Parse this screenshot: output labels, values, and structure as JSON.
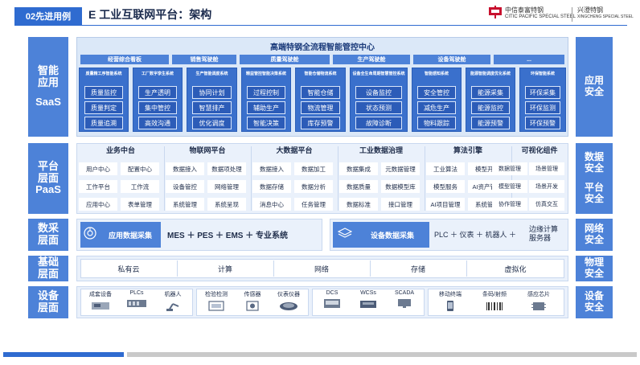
{
  "header": {
    "badge": "02先进用例",
    "title": "E 工业互联网平台：架构",
    "logo1_cn": "中信泰富特钢",
    "logo1_en": "CITIC PACIFIC SPECIAL STEEL",
    "logo2_cn": "兴澄特钢",
    "logo2_en": "XINGCHENG SPECIAL STEEL"
  },
  "left_labels": {
    "saas": [
      "智能",
      "应用",
      "SaaS"
    ],
    "paas": [
      "平台",
      "层面",
      "PaaS"
    ],
    "data": [
      "数采",
      "层面"
    ],
    "infra": [
      "基础",
      "层面"
    ],
    "device": [
      "设备",
      "层面"
    ]
  },
  "right_labels": {
    "app_security": [
      "应用",
      "安全"
    ],
    "data_security": [
      "数据",
      "安全"
    ],
    "platform_security": [
      "平台",
      "安全"
    ],
    "network_security": [
      "网络",
      "安全"
    ],
    "physical_security": [
      "物理",
      "安全"
    ],
    "device_security": [
      "设备",
      "安全"
    ]
  },
  "saas": {
    "title": "高端特钢全流程智能管控中心",
    "cabins": [
      "经营综合看板",
      "销售驾驶舱",
      "质量驾驶舱",
      "生产驾驶舱",
      "设备驾驶舱",
      "..."
    ],
    "groups": [
      {
        "title": "质量精工序智能系统",
        "items": [
          "质量监控",
          "质量判定",
          "质量追溯"
        ]
      },
      {
        "title": "工厂数字孪生系统",
        "items": [
          "生产透明",
          "集中管控",
          "高效沟通"
        ]
      },
      {
        "title": "生产智能调度系统",
        "items": [
          "协同计划",
          "智慧排产",
          "优化调度"
        ]
      },
      {
        "title": "精益管控智能决策系统",
        "items": [
          "过程控制",
          "辅助生产",
          "智能决策"
        ]
      },
      {
        "title": "智能仓储物流系统",
        "items": [
          "智能仓储",
          "物流管理",
          "库存预警"
        ]
      },
      {
        "title": "设备全生命周期智慧管控系统",
        "items": [
          "设备监控",
          "状态预测",
          "故障诊断"
        ]
      },
      {
        "title": "智能感知系统",
        "items": [
          "安全管控",
          "减危生产",
          "物料跟踪"
        ]
      },
      {
        "title": "能源智能调度优化系统",
        "items": [
          "能源采集",
          "能源监控",
          "能源预警"
        ]
      },
      {
        "title": "环保智能系统",
        "items": [
          "环保采集",
          "环保监测",
          "环保预警"
        ]
      }
    ]
  },
  "paas": {
    "columns": [
      {
        "title": "业务中台",
        "items": [
          "用户中心",
          "配置中心",
          "工作平台",
          "工作流",
          "应用中心",
          "表单管理"
        ]
      },
      {
        "title": "物联网平台",
        "items": [
          "数据接入",
          "数据项处理",
          "设备管控",
          "网络管理",
          "系统管理",
          "系统呈现"
        ]
      },
      {
        "title": "大数据平台",
        "items": [
          "数据接入",
          "数据加工",
          "数据存储",
          "数据分析",
          "消息中心",
          "任务管理"
        ]
      },
      {
        "title": "工业数据治理",
        "items": [
          "数据集成",
          "元数据管理",
          "数据质量",
          "数据模型库",
          "数据标准",
          "接口管理"
        ]
      },
      {
        "title": "算法引擎",
        "items": [
          "工业算法",
          "模型开发",
          "模型服务",
          "AI资产管理",
          "AI项目管理",
          "系统管理"
        ]
      },
      {
        "title": "可视化组件",
        "items": [
          "数据管理",
          "场景管理",
          "模型管理",
          "场景开发",
          "协作管理",
          "仿真交互"
        ]
      }
    ]
  },
  "data_collection": {
    "app_label": "应用数据采集",
    "app_systems": "MES ＋ PES ＋ EMS ＋ 专业系统",
    "device_label": "设备数据采集",
    "device_systems": "PLC ＋ 仪表 ＋ 机器人 ＋",
    "edge_service": [
      "边缘计算",
      "服务器"
    ]
  },
  "infrastructure": [
    "私有云",
    "计算",
    "网络",
    "存储",
    "虚拟化"
  ],
  "devices": [
    {
      "label": "成套设备",
      "icon": "machine-icon"
    },
    {
      "label": "PLCs",
      "icon": "plc-icon"
    },
    {
      "label": "机器人",
      "icon": "robot-icon"
    },
    {
      "label": "检验检测",
      "icon": "inspection-icon"
    },
    {
      "label": "传感器",
      "icon": "sensor-icon"
    },
    {
      "label": "仪表仪器",
      "icon": "meter-icon"
    },
    {
      "label": "DCS",
      "icon": "dcs-icon"
    },
    {
      "label": "WCSs",
      "icon": "wcs-icon"
    },
    {
      "label": "SCADA",
      "icon": "scada-icon"
    },
    {
      "label": "移动终端",
      "icon": "mobile-icon"
    },
    {
      "label": "条码/射频",
      "icon": "barcode-icon"
    },
    {
      "label": "感应芯片",
      "icon": "chip-icon"
    }
  ],
  "colors": {
    "primary": "#4d82d8",
    "dark": "#2c5cb8",
    "light": "#eaf1fb",
    "saas_bg": "#dbe8f8"
  }
}
